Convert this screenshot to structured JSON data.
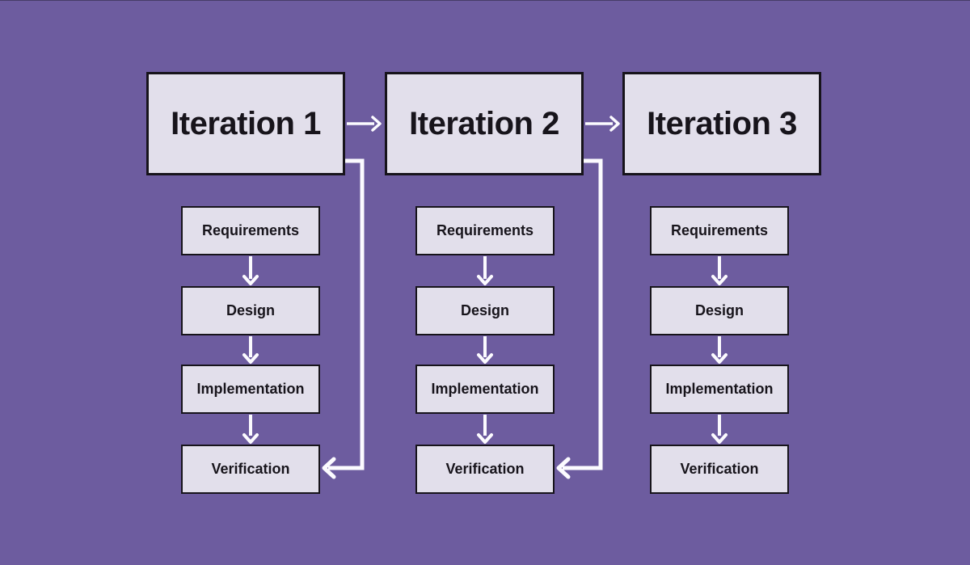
{
  "colors": {
    "background": "#6D5C9F",
    "box_fill": "#E2DFEB",
    "box_border": "#17141B",
    "text": "#17141B",
    "arrow": "#FCFBFF"
  },
  "diagram": {
    "iterations": [
      {
        "title": "Iteration 1",
        "stages": [
          "Requirements",
          "Design",
          "Implementation",
          "Verification"
        ],
        "has_feedback_arrow": true
      },
      {
        "title": "Iteration 2",
        "stages": [
          "Requirements",
          "Design",
          "Implementation",
          "Verification"
        ],
        "has_feedback_arrow": true
      },
      {
        "title": "Iteration 3",
        "stages": [
          "Requirements",
          "Design",
          "Implementation",
          "Verification"
        ],
        "has_feedback_arrow": false
      }
    ],
    "icons": {
      "forward": "arrow-right-icon",
      "stage_flow": "arrow-down-icon",
      "feedback": "feedback-return-arrow-icon"
    }
  }
}
